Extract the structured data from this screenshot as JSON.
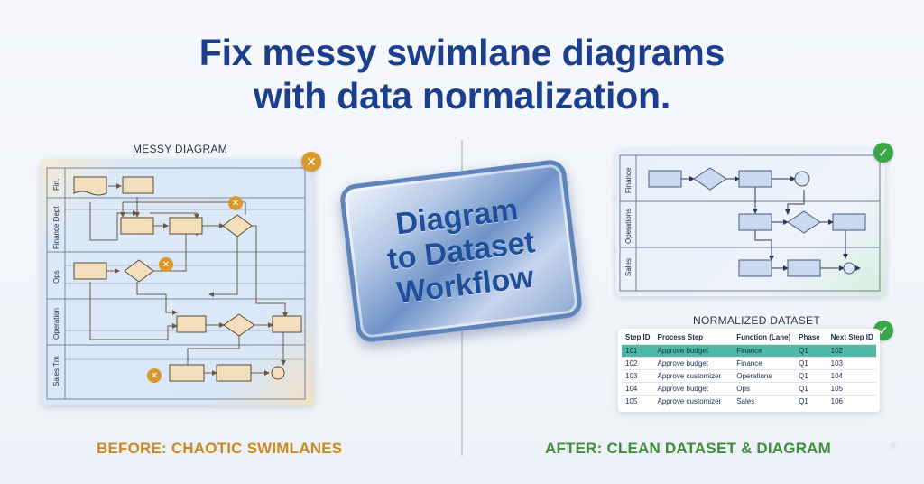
{
  "headline": {
    "line1": "Fix messy swimlane diagrams",
    "line2": "with data normalization."
  },
  "messy": {
    "label": "MESSY DIAGRAM",
    "lanes": [
      "Fin.",
      "Finance Dept",
      "Ops",
      "Operation",
      "Sales Tm"
    ],
    "badge": "✕",
    "caption": "BEFORE: CHAOTIC SWIMLANES"
  },
  "center": {
    "line1": "Diagram",
    "line2": "to Dataset",
    "line3": "Workflow"
  },
  "clean": {
    "lanes": [
      "Finance",
      "Operations",
      "Sales"
    ],
    "badge": "✓"
  },
  "dataset": {
    "label": "NORMALIZED DATASET",
    "badge": "✓",
    "columns": [
      "Step ID",
      "Process Step",
      "Function (Lane)",
      "Phase",
      "Next Step ID"
    ],
    "rows": [
      [
        "101",
        "Approve budget",
        "Finance",
        "Q1",
        "102"
      ],
      [
        "102",
        "Approve budget",
        "Finance",
        "Q1",
        "103"
      ],
      [
        "103",
        "Approve customizer",
        "Operations",
        "Q1",
        "104"
      ],
      [
        "104",
        "Approve budget",
        "Ops",
        "Q1",
        "105"
      ],
      [
        "105",
        "Approve customizer",
        "Sales",
        "Q1",
        "106"
      ]
    ]
  },
  "after_caption": "AFTER: CLEAN DATASET & DIAGRAM",
  "colors": {
    "title": "#1b3f8c",
    "before": "#c98a1f",
    "after": "#3f8f3c",
    "highlight_row": "#4fb8a6"
  }
}
